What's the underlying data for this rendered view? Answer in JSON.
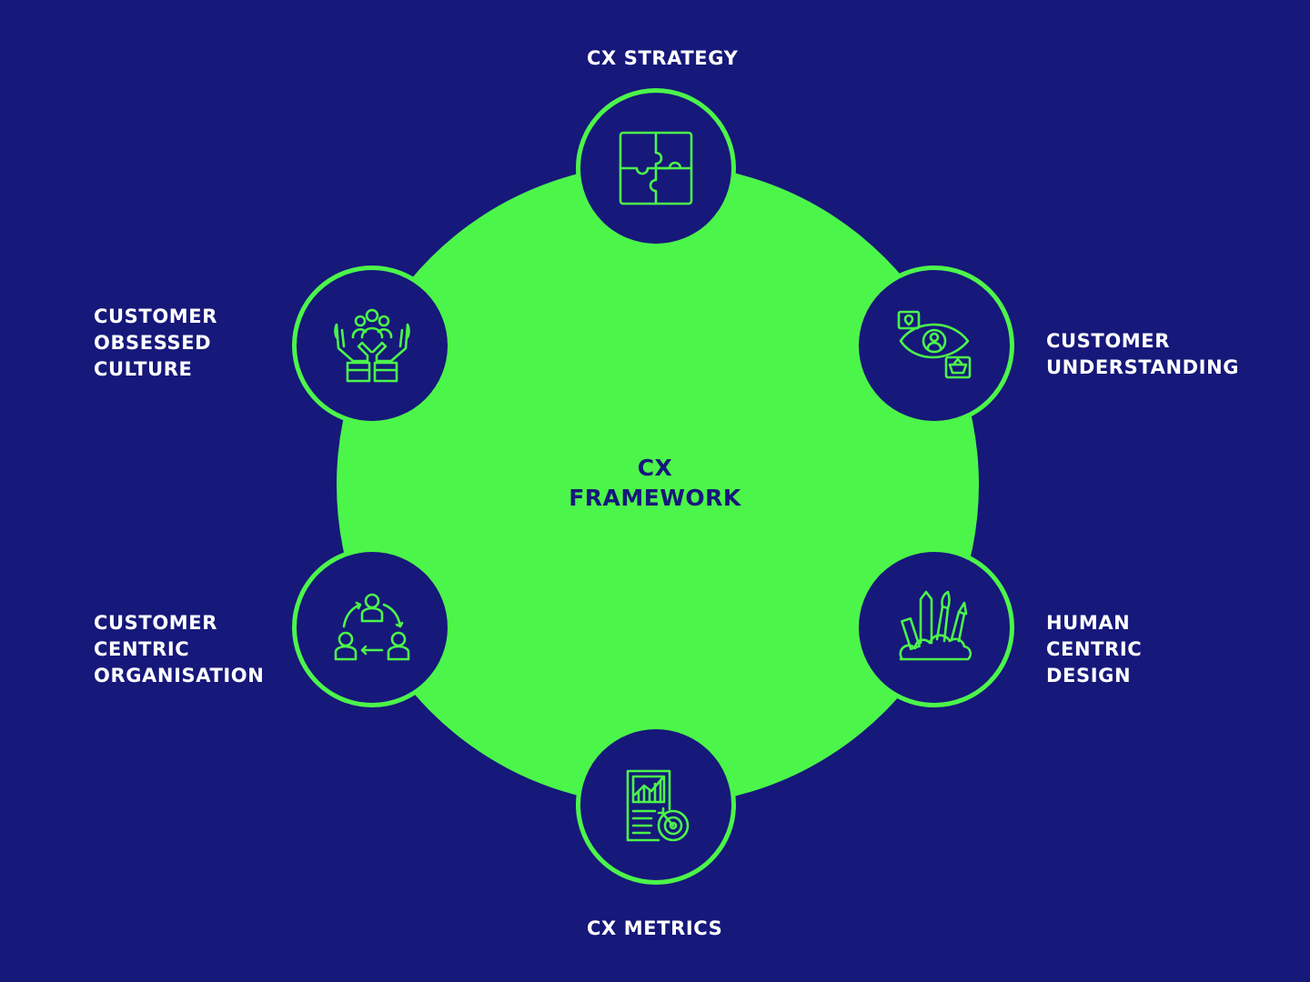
{
  "diagram": {
    "center": {
      "line1": "CX",
      "line2": "FRAMEWORK"
    },
    "nodes": [
      {
        "id": "cx-strategy",
        "lines": [
          "CX STRATEGY"
        ],
        "icon": "puzzle-icon"
      },
      {
        "id": "customer-understanding",
        "lines": [
          "CUSTOMER",
          "UNDERSTANDING"
        ],
        "icon": "eye-customer-icon"
      },
      {
        "id": "human-centric-design",
        "lines": [
          "HUMAN",
          "CENTRIC",
          "DESIGN"
        ],
        "icon": "design-tools-icon"
      },
      {
        "id": "cx-metrics",
        "lines": [
          "CX METRICS"
        ],
        "icon": "report-target-icon"
      },
      {
        "id": "customer-centric-organisation",
        "lines": [
          "CUSTOMER",
          "CENTRIC",
          "ORGANISATION"
        ],
        "icon": "people-cycle-icon"
      },
      {
        "id": "customer-obsessed-culture",
        "lines": [
          "CUSTOMER",
          "OBSESSED",
          "CULTURE"
        ],
        "icon": "hands-people-icon"
      }
    ]
  },
  "colors": {
    "background": "#16187a",
    "accent": "#4cf54a",
    "label": "#ffffff"
  }
}
